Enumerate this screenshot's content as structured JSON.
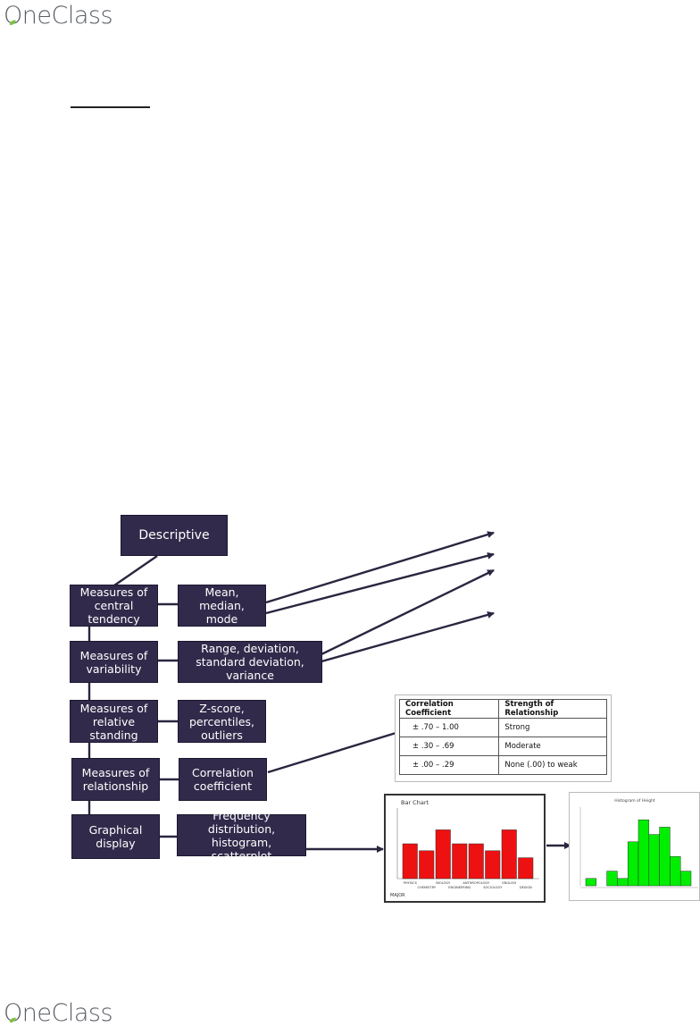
{
  "logo": {
    "text": "OneClass"
  },
  "diagram": {
    "root": "Descriptive",
    "measures": [
      {
        "label": "Measures of central tendency",
        "detail": "Mean, median, mode"
      },
      {
        "label": "Measures of variability",
        "detail": "Range, deviation, standard deviation, variance"
      },
      {
        "label": "Measures of relative standing",
        "detail": "Z-score, percentiles, outliers"
      },
      {
        "label": "Measures of relationship",
        "detail": "Correlation coefficient"
      },
      {
        "label": "Graphical display",
        "detail": "Frequency distribution, histogram, scatterplot"
      }
    ]
  },
  "correlation_table": {
    "headers": [
      "Correlation Coefficient",
      "Strength of Relationship"
    ],
    "rows": [
      [
        "± .70 – 1.00",
        "Strong"
      ],
      [
        "± .30 – .69",
        "Moderate"
      ],
      [
        "± .00 – .29",
        "None (.00) to weak"
      ]
    ]
  },
  "colors": {
    "box": "#322a4b",
    "bar": "#ee1111",
    "histogram": "#00ee00"
  },
  "chart_data": [
    {
      "type": "bar",
      "title": "Bar Chart",
      "xlabel": "MAJOR",
      "categories": [
        "PHYSICS",
        "CHEMISTRY",
        "BIOLOGY",
        "ENGINEERING",
        "ANTHROPOLOGY",
        "SOCIOLOGY",
        "ENGLISH",
        "DESIGN"
      ],
      "values": [
        5,
        4,
        7,
        5,
        5,
        4,
        7,
        3
      ],
      "ylim": [
        0,
        10
      ]
    },
    {
      "type": "bar",
      "title": "Histogram of Height",
      "values": [
        1,
        0,
        2,
        1,
        6,
        9,
        7,
        8,
        4,
        2
      ],
      "ylim": [
        0,
        10
      ]
    }
  ]
}
